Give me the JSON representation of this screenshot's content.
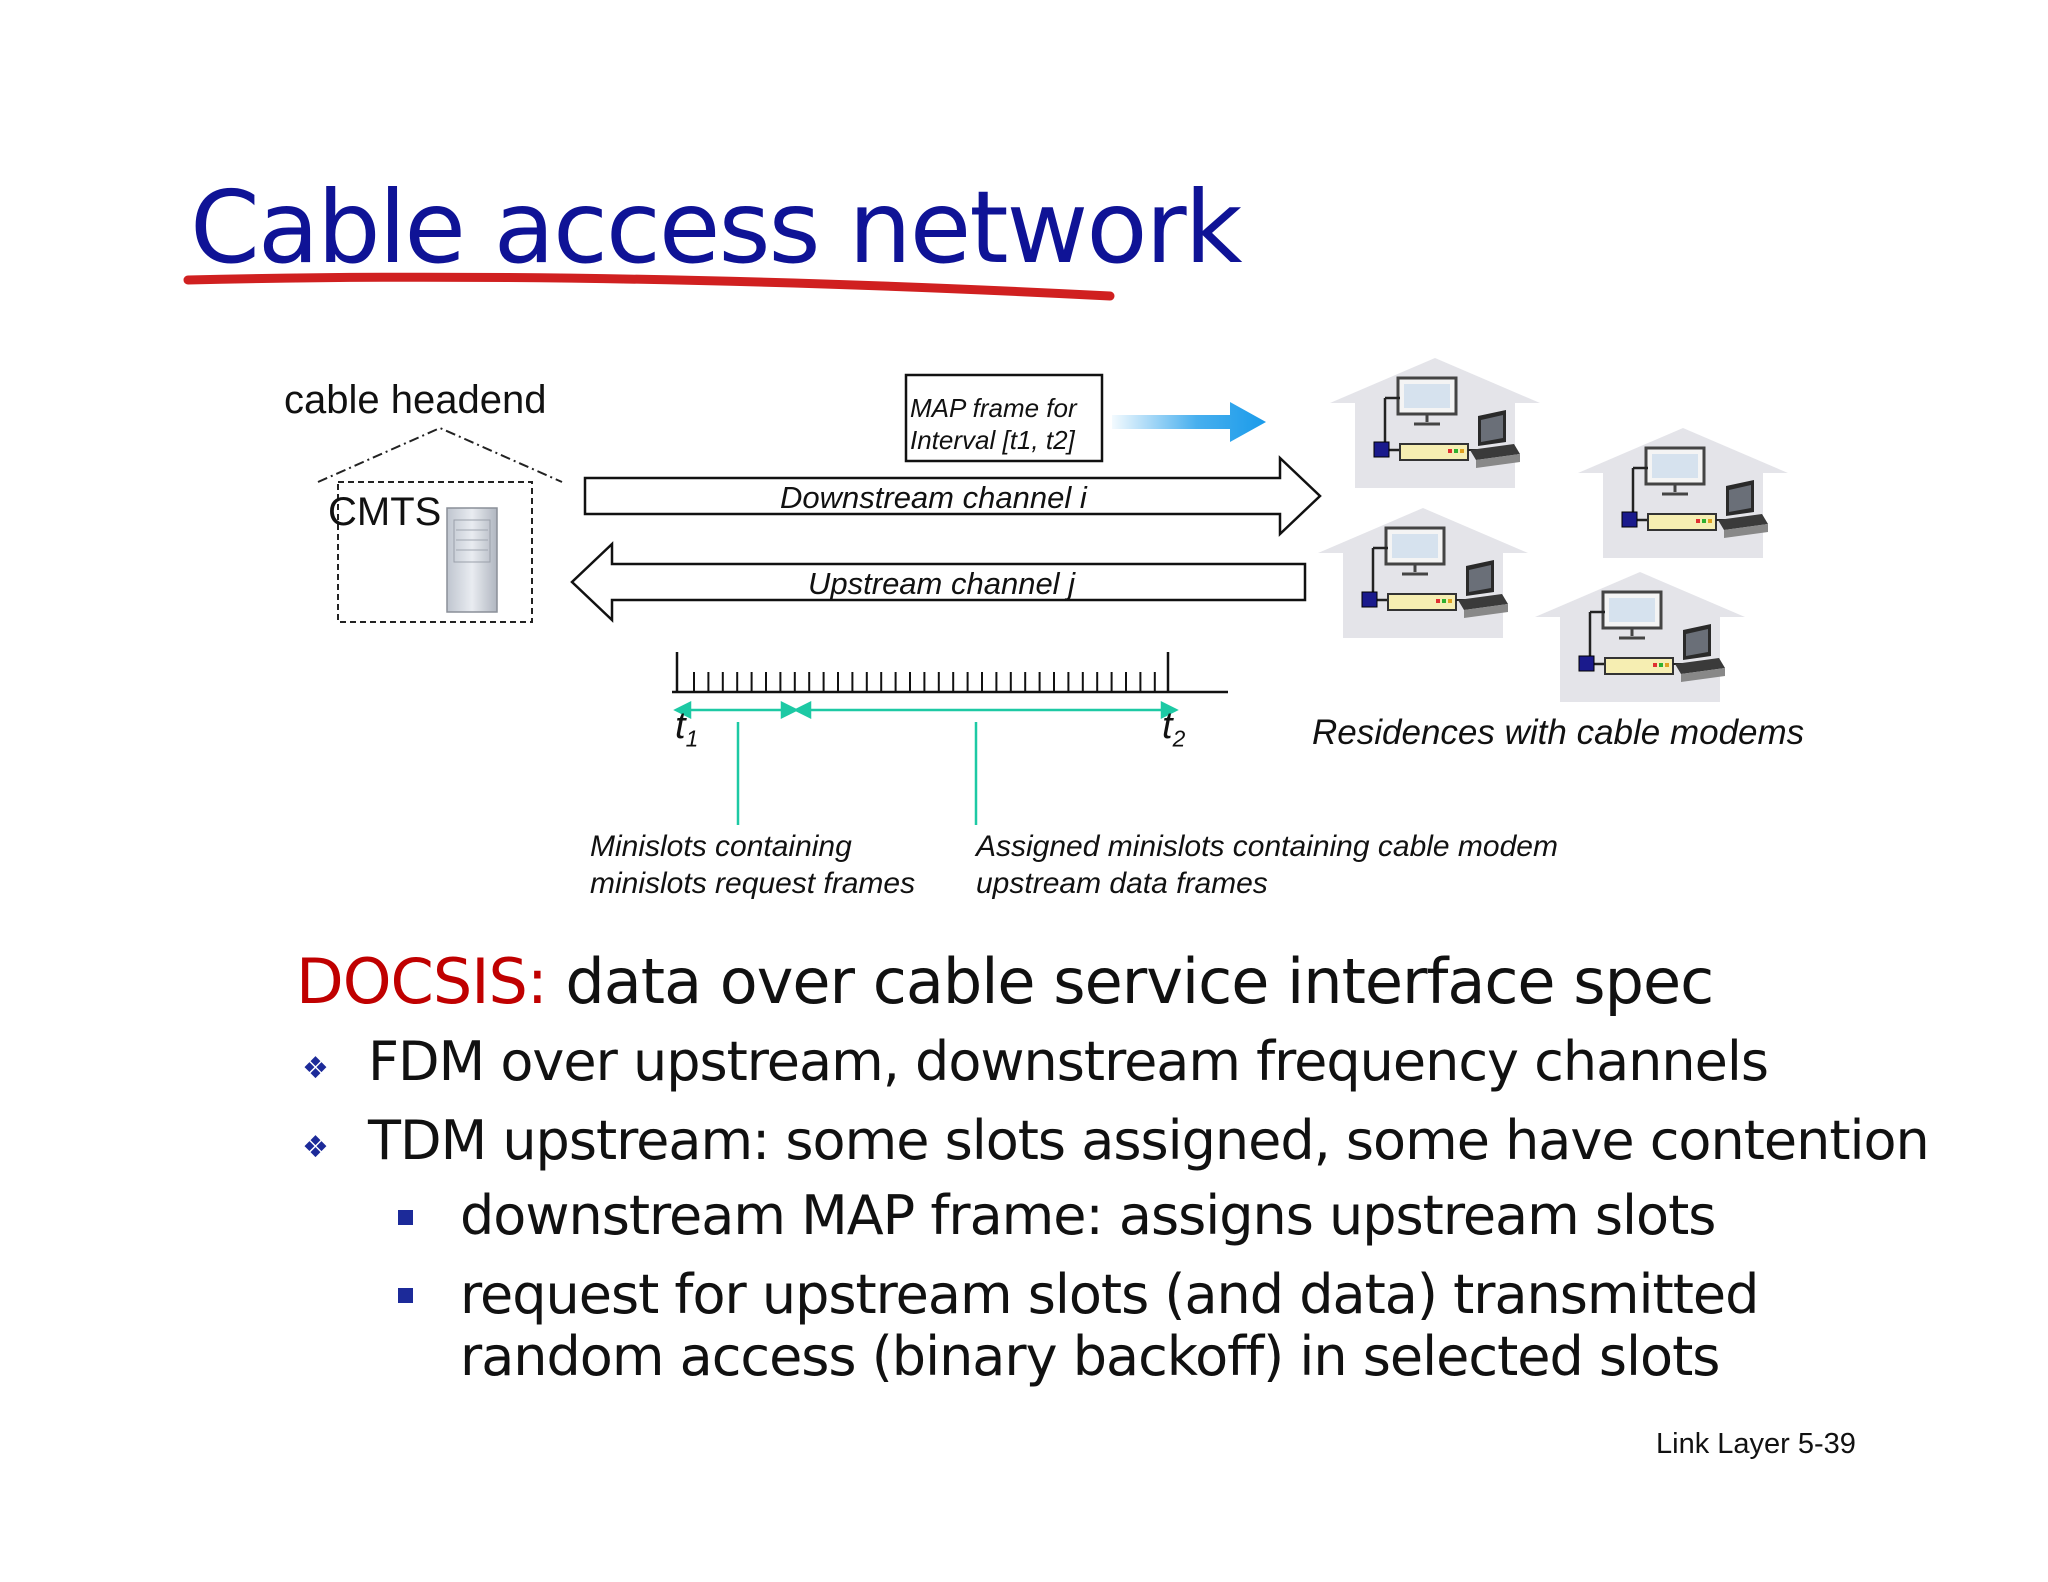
{
  "title": "Cable access network",
  "diagram": {
    "headend_label": "cable headend",
    "cmts_label": "CMTS",
    "map_frame_label": "MAP frame for\nInterval [t1, t2]",
    "downstream_label": "Downstream channel i",
    "upstream_label": "Upstream channel j",
    "t1_base": "t",
    "t1_sub": "1",
    "t2_base": "t",
    "t2_sub": "2",
    "residences_label": "Residences with cable modems",
    "minislots_label": "Minislots containing\nminislots request frames",
    "assigned_label": "Assigned minislots containing cable modem\nupstream data frames"
  },
  "body": {
    "docsis_term": "DOCSIS:",
    "docsis_def": " data over cable service interface spec",
    "bullets": [
      "FDM over upstream, downstream frequency channels",
      "TDM upstream: some slots assigned, some have contention"
    ],
    "sub_bullets": [
      "downstream MAP frame: assigns upstream slots",
      "request for upstream slots (and data) transmitted\nrandom access (binary backoff) in selected slots"
    ]
  },
  "footer": "Link Layer  5-39",
  "colors": {
    "title": "#0f1396",
    "underline": "#d02020",
    "docsis": "#c00000",
    "teal": "#1dc9a4",
    "arrow_blue": "#1a9bea"
  }
}
